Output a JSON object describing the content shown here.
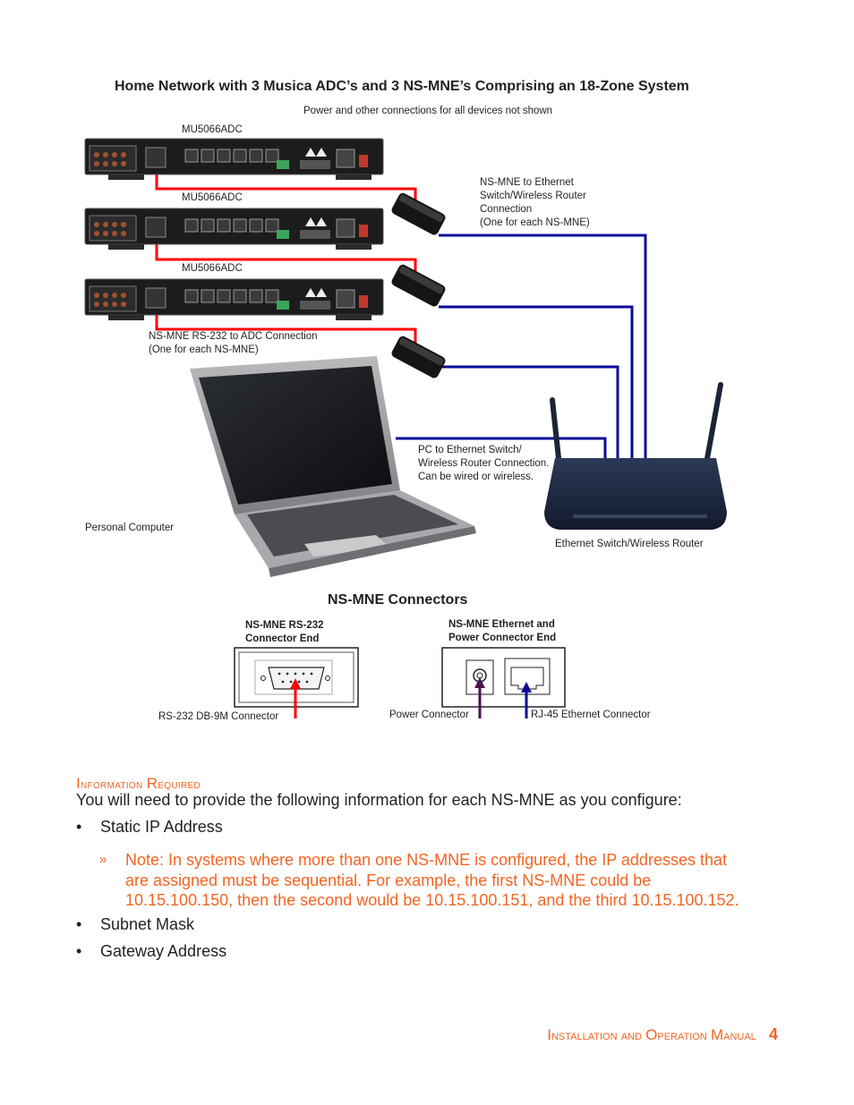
{
  "diagram": {
    "title": "Home Network with 3 Musica ADC’s and 3 NS-MNE’s Comprising an 18-Zone System",
    "subtitle": "Power and other connections for all devices not shown",
    "adc_labels": [
      "MU5066ADC",
      "MU5066ADC",
      "MU5066ADC"
    ],
    "nsmne_ethernet_label": [
      "NS-MNE to Ethernet",
      "Switch/Wireless Router",
      "Connection",
      "(One for each NS-MNE)"
    ],
    "rs232_label": [
      "NS-MNE RS-232 to ADC Connection",
      "(One for each NS-MNE)"
    ],
    "pc_link_label": [
      "PC to Ethernet Switch/",
      "Wireless Router Connection.",
      "Can be wired or wireless."
    ],
    "pc_label": "Personal Computer",
    "router_label": "Ethernet Switch/Wireless Router",
    "colors": {
      "rs232_cable": "#ff0000",
      "ethernet_cable": "#0a0a9a",
      "accent": "#f26522"
    }
  },
  "connectors": {
    "title": "NS-MNE Connectors",
    "rs232_end_title": [
      "NS-MNE RS-232",
      "Connector End"
    ],
    "eth_end_title": [
      "NS-MNE Ethernet and",
      "Power Connector End"
    ],
    "db9_label": "RS-232 DB-9M Connector",
    "power_label": "Power Connector",
    "rj45_label": "RJ-45 Ethernet Connector"
  },
  "section": {
    "heading_first": "I",
    "heading_first_rest": "nformation",
    "heading_second": "R",
    "heading_second_rest": "equired",
    "intro": "You will need to provide the following information for each NS-MNE as you configure:",
    "bullet_char": "•",
    "items": [
      "Static IP Address",
      "Subnet Mask",
      "Gateway Address"
    ],
    "note_marker": "»",
    "note": "Note: In systems where more than one NS-MNE is configured, the IP addresses that are assigned must be sequential. For example, the first NS-MNE could be 10.15.100.150, then the second would be 10.15.100.151, and the third 10.15.100.152."
  },
  "footer": {
    "I": "I",
    "nstallation": "nstallation",
    "and": "and",
    "O": "O",
    "peration": "peration",
    "M": "M",
    "anual": "anual",
    "page": "4"
  }
}
